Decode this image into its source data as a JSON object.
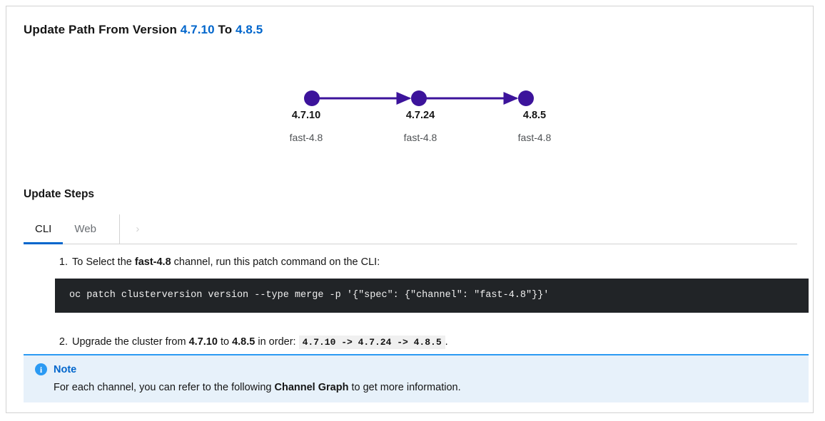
{
  "header": {
    "title_prefix": "Update Path From Version",
    "from_version": "4.7.10",
    "connector": "To",
    "to_version": "4.8.5"
  },
  "graph": {
    "node_color": "#3c139b",
    "nodes": [
      {
        "version": "4.7.10",
        "channel": "fast-4.8"
      },
      {
        "version": "4.7.24",
        "channel": "fast-4.8"
      },
      {
        "version": "4.8.5",
        "channel": "fast-4.8"
      }
    ]
  },
  "steps_section": {
    "title": "Update Steps",
    "tabs": [
      {
        "label": "CLI",
        "active": true
      },
      {
        "label": "Web",
        "active": false
      }
    ],
    "scroll_chevron": "›",
    "accent_color": "#0066cc",
    "steps": [
      {
        "number": "1.",
        "text_before": "To Select the ",
        "bold": "fast-4.8",
        "text_after": " channel, run this patch command on the CLI:",
        "code": "oc patch clusterversion version --type merge -p '{\"spec\": {\"channel\": \"fast-4.8\"}}'"
      },
      {
        "number": "2.",
        "text_before": "Upgrade the cluster from ",
        "bold_from": "4.7.10",
        "text_mid": " to ",
        "bold_to": "4.8.5",
        "text_after": " in order: ",
        "inline_code": "4.7.10 -> 4.7.24 -> 4.8.5",
        "text_end": "."
      }
    ]
  },
  "note": {
    "icon": "info-icon",
    "icon_glyph": "i",
    "title": "Note",
    "text_before": "For each channel, you can refer to the following ",
    "bold": "Channel Graph",
    "text_after": " to get more information.",
    "border_color": "#2b9af3",
    "background": "#e7f1fa"
  }
}
